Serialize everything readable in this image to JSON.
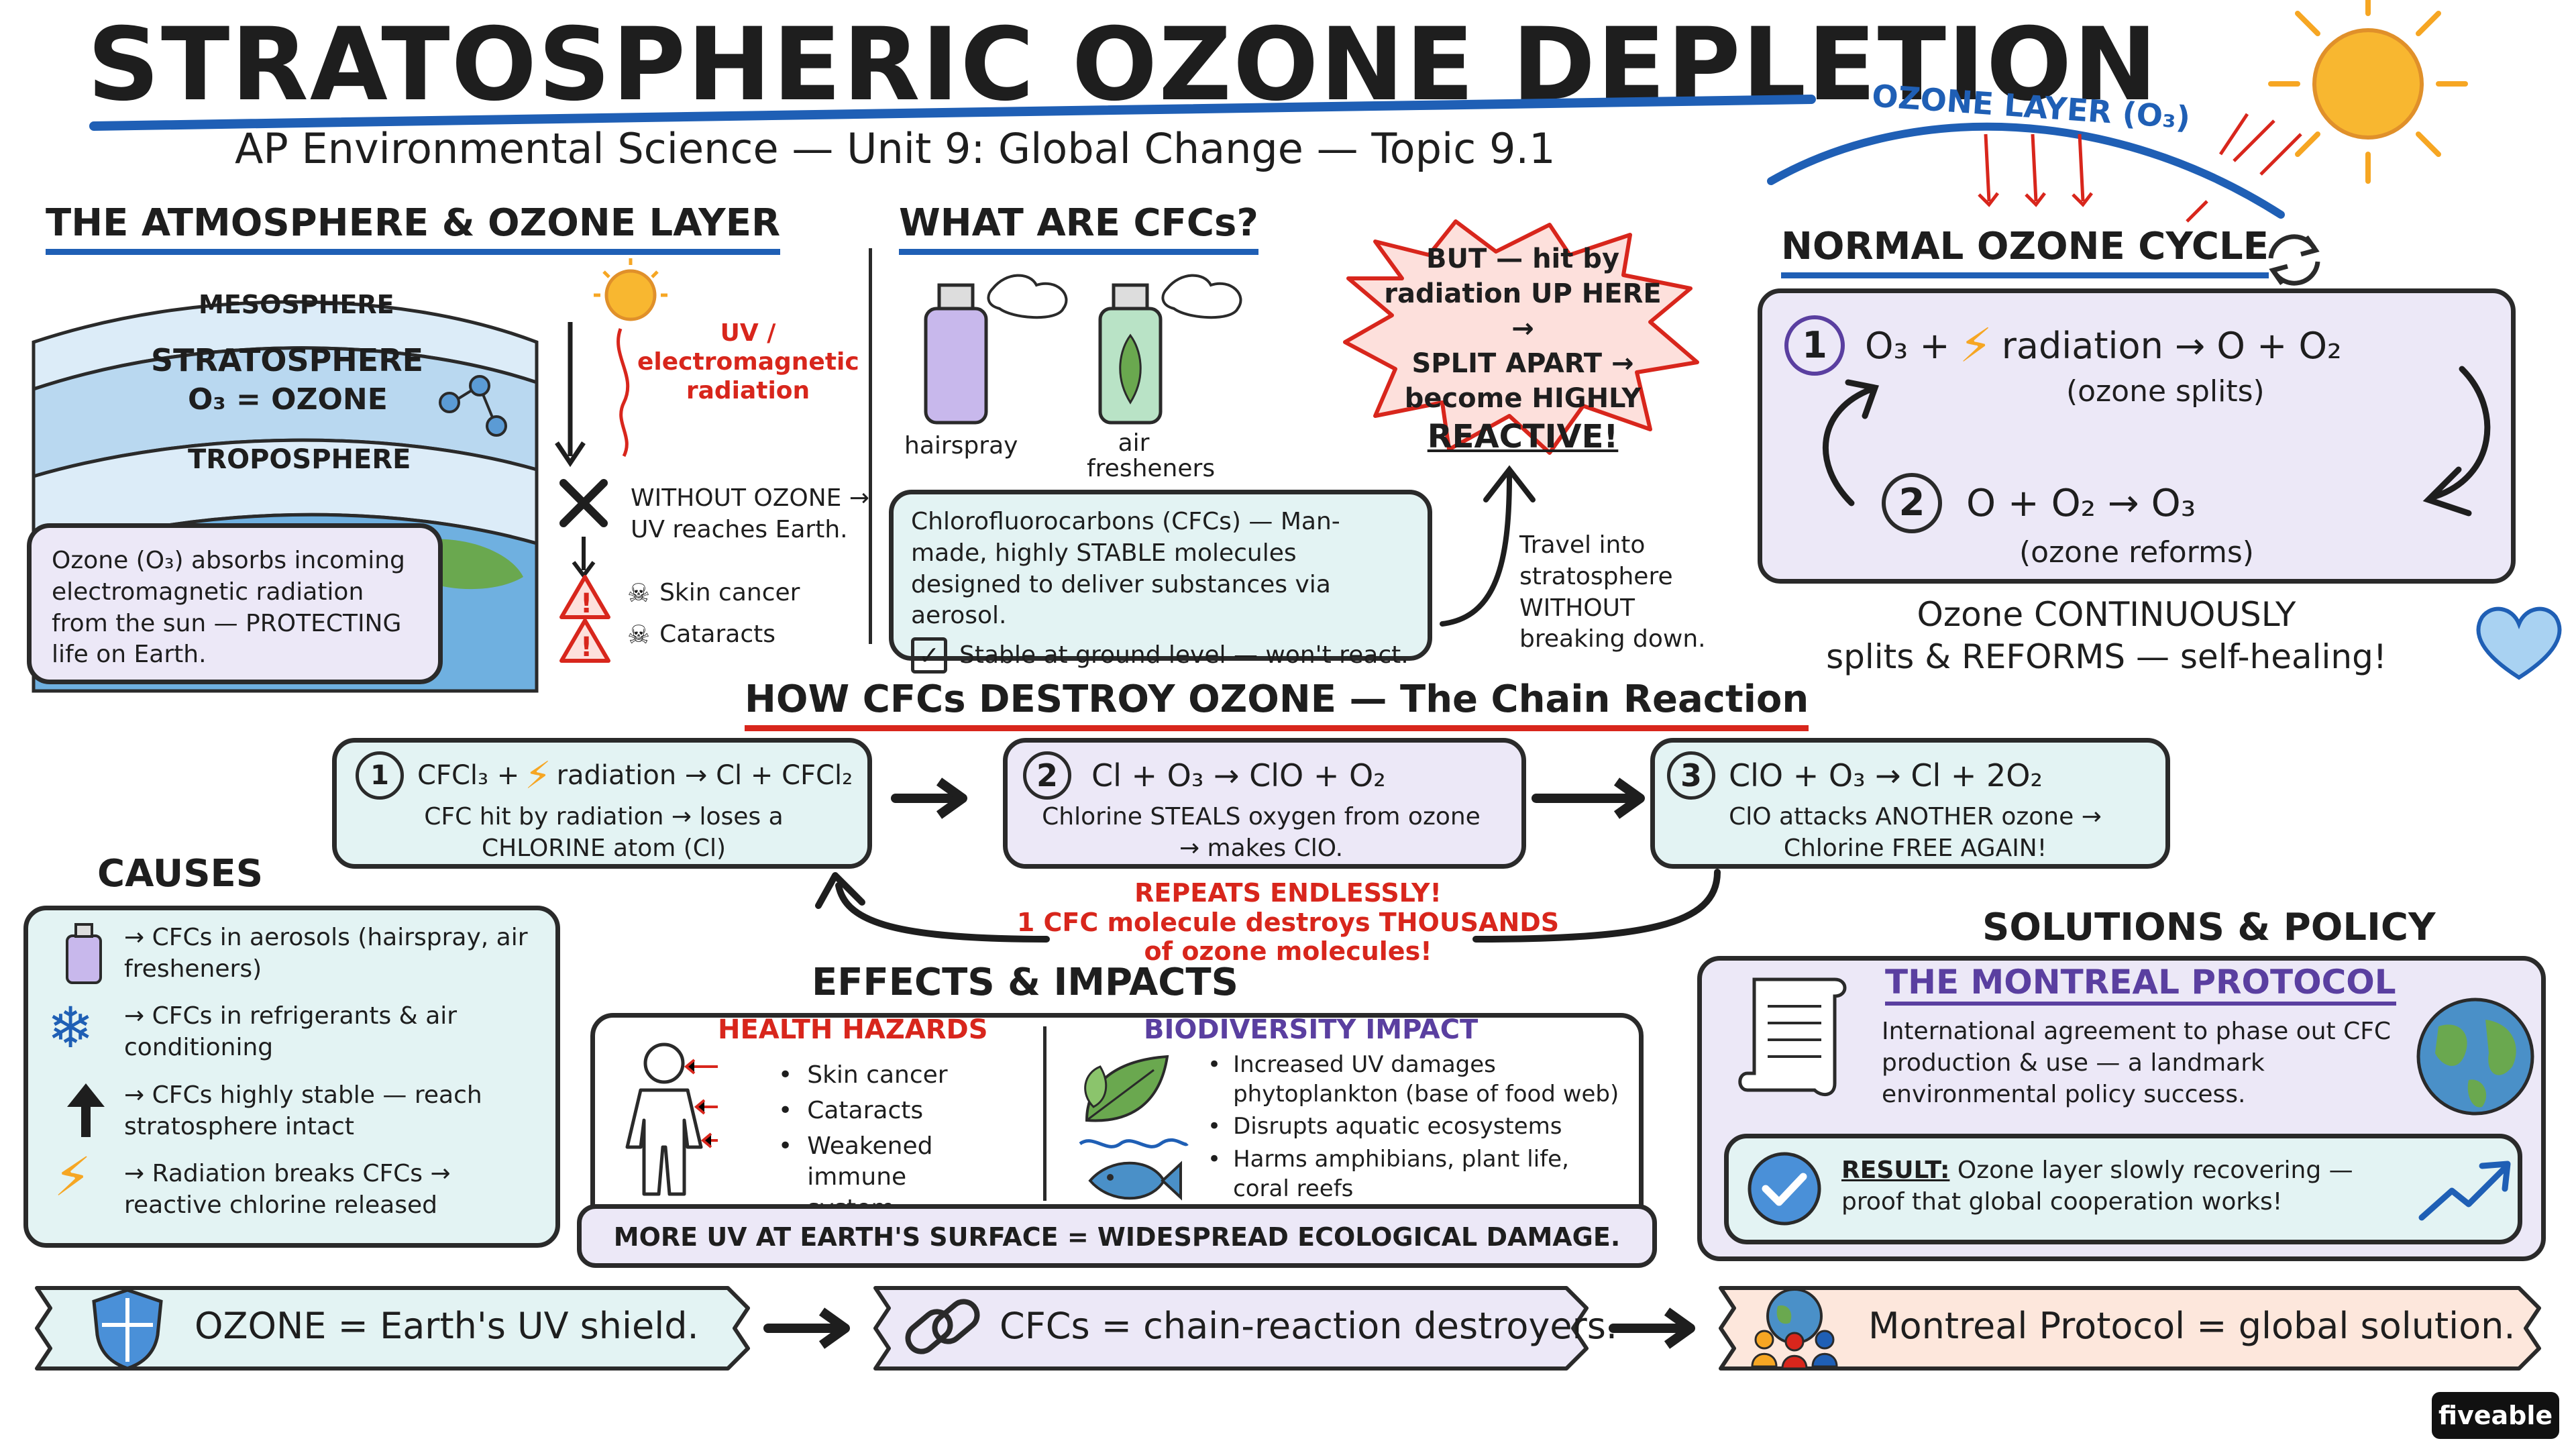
{
  "header": {
    "title": "STRATOSPHERIC OZONE DEPLETION",
    "subtitle": "AP Environmental Science — Unit 9: Global Change — Topic 9.1"
  },
  "atmosphere": {
    "heading": "THE ATMOSPHERE & OZONE LAYER",
    "mesosphere": "MESOSPHERE",
    "stratosphere": "STRATOSPHERE",
    "ozone_formula": "O₃ = OZONE",
    "troposphere": "TROPOSPHERE",
    "uv_label": "UV / electromagnetic radiation",
    "callout": "Ozone (O₃) absorbs incoming electromagnetic radiation from the sun — PROTECTING life on Earth.",
    "without": "WITHOUT OZONE → UV reaches Earth.",
    "effect1": "Skin cancer",
    "effect2": "Cataracts"
  },
  "cfcs": {
    "heading": "WHAT ARE CFCs?",
    "can1": "hairspray",
    "can2": "air fresheners",
    "definition": "Chlorofluorocarbons (CFCs) — Man-made, highly STABLE molecules designed to deliver substances via aerosol.",
    "check": "Stable at ground level — won't react.",
    "burst_line1": "BUT — hit by",
    "burst_line2": "radiation UP HERE →",
    "burst_line3": "SPLIT APART →",
    "burst_line4": "become HIGHLY",
    "burst_line5": "REACTIVE!",
    "travel": "Travel into stratosphere WITHOUT breaking down."
  },
  "ozone_cycle": {
    "sky_label": "OZONE LAYER (O₃)",
    "heading": "NORMAL OZONE CYCLE",
    "step1_num": "1",
    "step1_eq_a": "O₃ +",
    "step1_eq_b": "radiation → O + O₂",
    "step1_note": "(ozone splits)",
    "step2_num": "2",
    "step2_eq": "O + O₂ → O₃",
    "step2_note": "(ozone reforms)",
    "summary_1": "Ozone CONTINUOUSLY",
    "summary_2": "splits & REFORMS — self-healing!"
  },
  "chain": {
    "heading": "HOW CFCs DESTROY OZONE — The Chain Reaction",
    "s1_num": "1",
    "s1_eq_a": "CFCl₃ +",
    "s1_eq_b": "radiation → Cl + CFCl₂",
    "s1_note": "CFC hit by radiation → loses a CHLORINE atom (Cl)",
    "s2_num": "2",
    "s2_eq": "Cl + O₃ → ClO + O₂",
    "s2_note": "Chlorine STEALS oxygen from ozone → makes ClO.",
    "s3_num": "3",
    "s3_eq": "ClO + O₃ → Cl + 2O₂",
    "s3_note": "ClO attacks ANOTHER ozone → Chlorine FREE AGAIN!",
    "repeat_1": "REPEATS ENDLESSLY!",
    "repeat_2": "1 CFC molecule destroys THOUSANDS",
    "repeat_3": "of ozone molecules!"
  },
  "causes": {
    "heading": "CAUSES",
    "items": [
      {
        "text": "→ CFCs in aerosols (hairspray, air fresheners)"
      },
      {
        "text": "→ CFCs in refrigerants & air conditioning"
      },
      {
        "text": "→ CFCs highly stable — reach stratosphere intact"
      },
      {
        "text": "→ Radiation breaks CFCs → reactive chlorine released"
      }
    ]
  },
  "effects": {
    "heading": "EFFECTS & IMPACTS",
    "health_heading": "HEALTH HAZARDS",
    "health": [
      "Skin cancer",
      "Cataracts",
      "Weakened immune system"
    ],
    "bio_heading": "BIODIVERSITY IMPACT",
    "bio": [
      "Increased UV damages phytoplankton (base of food web)",
      "Disrupts aquatic ecosystems",
      "Harms amphibians, plant life, coral reefs"
    ],
    "footer": "MORE UV AT EARTH'S SURFACE = WIDESPREAD ECOLOGICAL DAMAGE."
  },
  "solutions": {
    "heading": "SOLUTIONS & POLICY",
    "protocol_heading": "THE MONTREAL PROTOCOL",
    "protocol_text": "International agreement to phase out CFC production & use — a landmark environmental policy success.",
    "result_label": "RESULT:",
    "result_text": " Ozone layer slowly recovering — proof that global cooperation works!"
  },
  "summary": {
    "s1": "OZONE = Earth's UV shield.",
    "s2": "CFCs = chain-reaction destroyers.",
    "s3": "Montreal Protocol = global solution."
  },
  "brand": {
    "logo": "fiveable"
  },
  "colors": {
    "accent_blue": "#1f5fb5",
    "red": "#d8261c",
    "teal_fill": "#e3f3f3",
    "lavender_fill": "#ece8f7",
    "peach_fill": "#fde7dc",
    "sun": "#f6a623"
  }
}
